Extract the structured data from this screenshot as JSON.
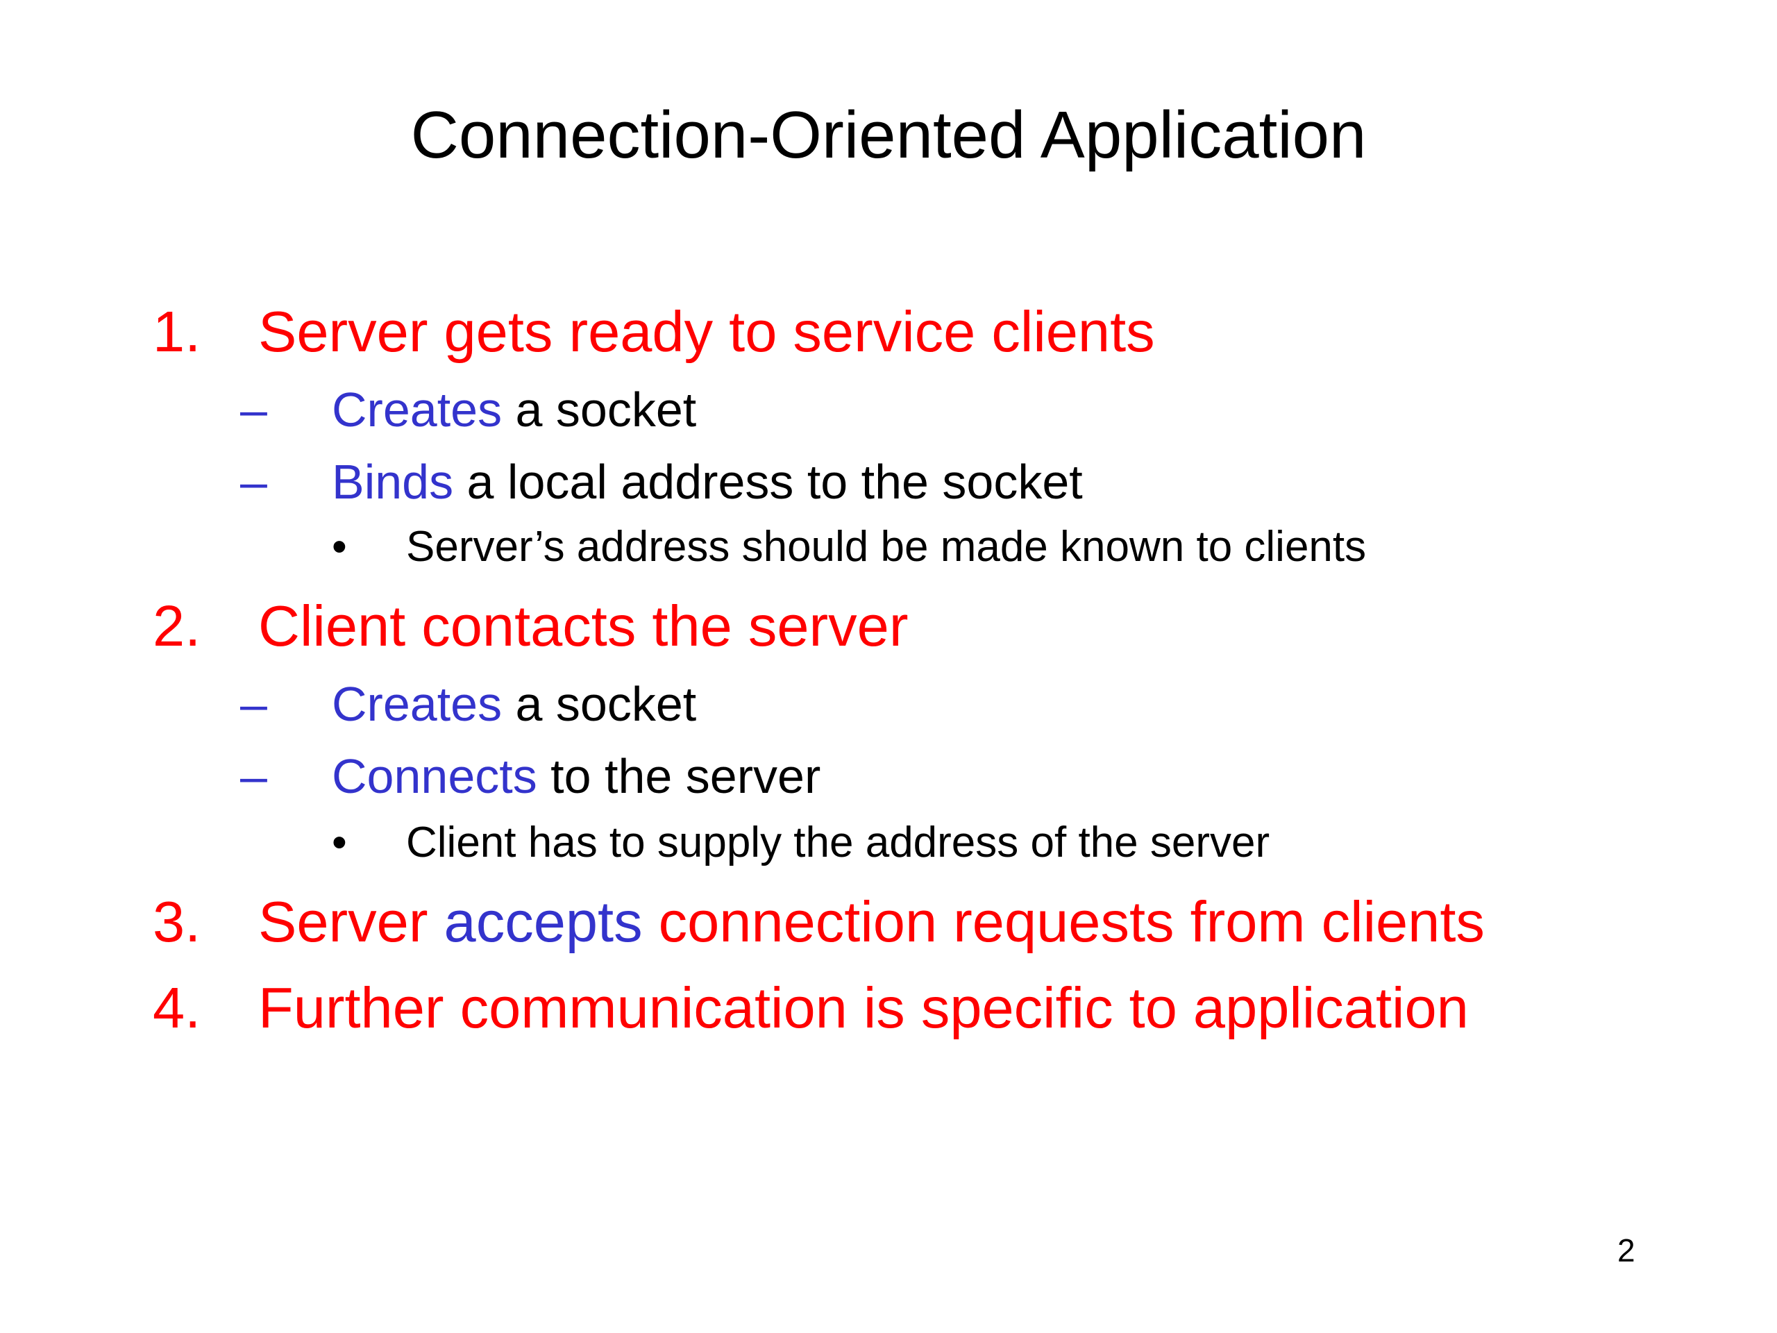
{
  "slide": {
    "title": "Connection-Oriented Application",
    "page_number": "2",
    "colors": {
      "primary_item": "#ff0000",
      "keyword": "#3333cc",
      "text": "#000000"
    },
    "items": [
      {
        "marker": "1.",
        "text": "Server gets ready to service clients",
        "subitems": [
          {
            "marker": "–",
            "keyword": "Creates",
            "rest": " a socket"
          },
          {
            "marker": "–",
            "keyword": "Binds",
            "rest": " a local address to the socket"
          }
        ],
        "bullet": {
          "marker": "•",
          "text": "Server’s address should be made known to clients"
        }
      },
      {
        "marker": "2.",
        "text": "Client contacts the server",
        "subitems": [
          {
            "marker": "–",
            "keyword": "Creates",
            "rest": " a socket"
          },
          {
            "marker": "–",
            "keyword": "Connects",
            "rest": " to the server"
          }
        ],
        "bullet": {
          "marker": "•",
          "text": "Client has to supply the address of the server"
        }
      },
      {
        "marker": "3.",
        "text_before": "Server ",
        "keyword": "accepts",
        "text_after": " connection requests from clients"
      },
      {
        "marker": "4.",
        "text": "Further communication is specific to application"
      }
    ]
  }
}
